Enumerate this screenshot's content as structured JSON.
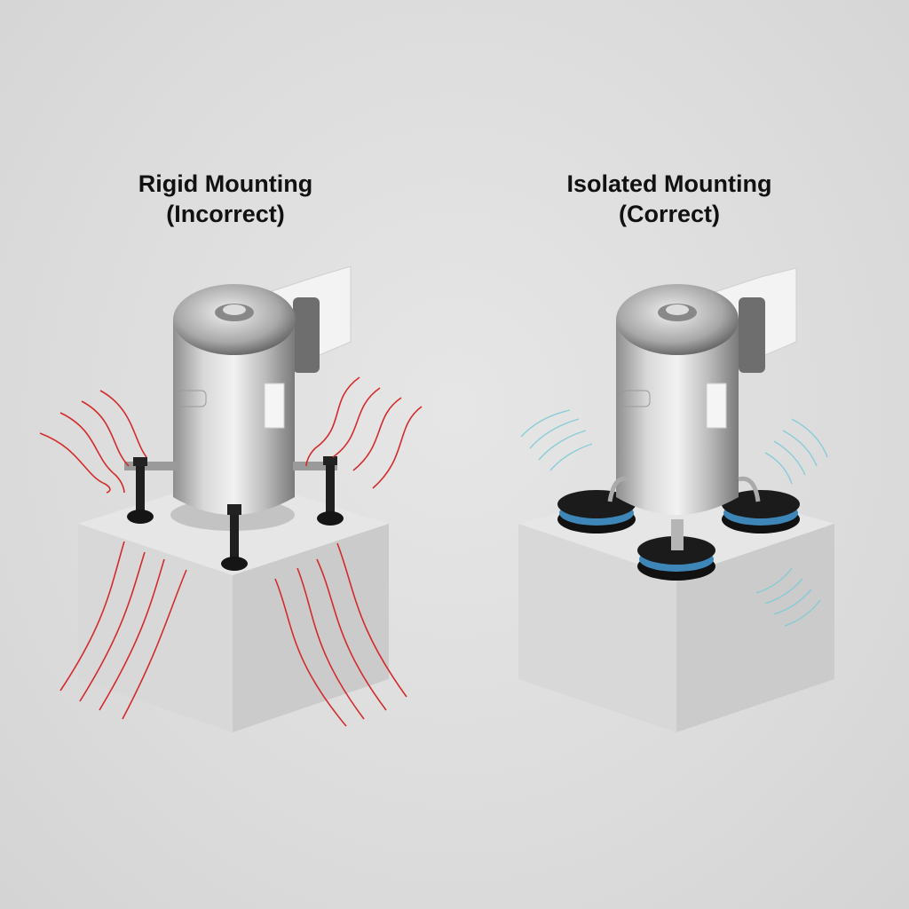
{
  "panels": [
    {
      "title_line1": "Rigid Mounting",
      "title_line2": "(Incorrect)",
      "mount_type": "rigid bolts",
      "vibration_color": "#d42a2a"
    },
    {
      "title_line1": "Isolated Mounting",
      "title_line2": "(Correct)",
      "mount_type": "rubber isolator pads",
      "vibration_color": "#7cc9d8"
    }
  ],
  "colors": {
    "background": "#dedede",
    "concrete_top": "#e4e4e4",
    "concrete_left": "#d6d6d6",
    "concrete_right": "#c9c9c9",
    "metal": "#b8b8b8",
    "isolator_ring": "#3f86b8"
  }
}
